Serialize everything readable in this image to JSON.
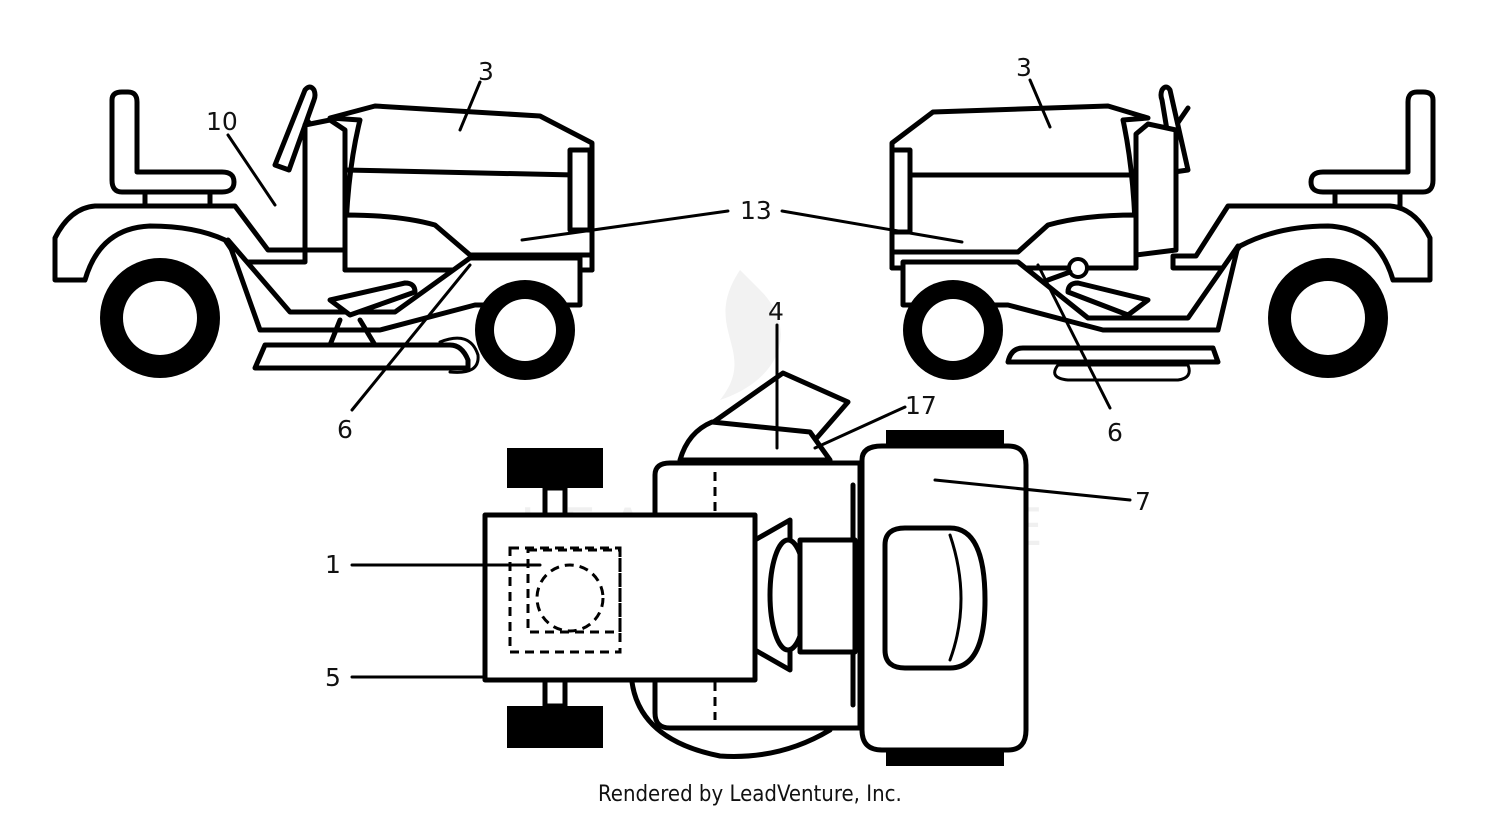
{
  "diagram": {
    "watermark": "LEADVENTURE",
    "credit": "Rendered by LeadVenture, Inc.",
    "callouts": {
      "c1": "1",
      "c3_left": "3",
      "c3_right": "3",
      "c4": "4",
      "c5": "5",
      "c6_left": "6",
      "c6_right": "6",
      "c7": "7",
      "c10": "10",
      "c13": "13",
      "c17": "17"
    }
  }
}
